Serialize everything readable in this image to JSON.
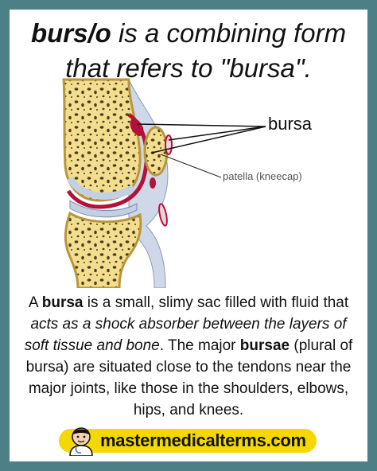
{
  "title": {
    "term": "burs/o",
    "line1_rest": " is a combining form",
    "line2": "that refers to \"bursa\"."
  },
  "diagram": {
    "bursa_label": "bursa",
    "patella_label": "patella (kneecap)"
  },
  "description": {
    "p1": "A ",
    "b1": "bursa",
    "p2": " is a small, slimy sac filled with fluid that ",
    "i1": "acts as a shock absorber between the layers of soft tissue and bone",
    "p3": ". The major ",
    "b2": "bursae",
    "p4": " (plural of bursa) are situated close to the tendons near the major joints, like those in the shoulders, elbows, hips, and knees."
  },
  "brand": {
    "site": "mastermedicalterms.com"
  },
  "colors": {
    "background": "#4d7f86",
    "card": "#ffffff",
    "bone": "#f2de8e",
    "bursa": "#b2123a",
    "cartilage": "#c3cfe3",
    "brand_badge": "#f5d800"
  }
}
